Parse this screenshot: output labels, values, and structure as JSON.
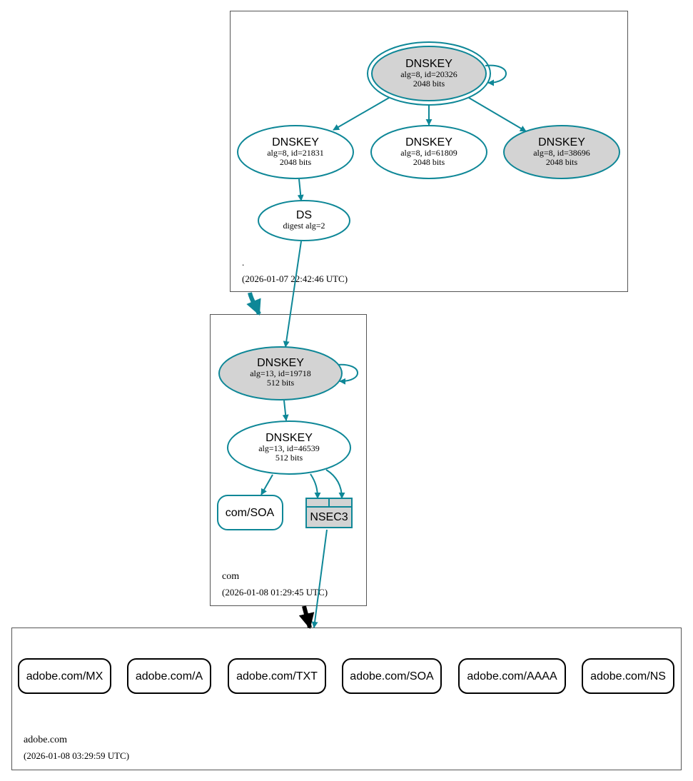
{
  "colors": {
    "edge": "#0e8797",
    "node_fill_gray": "#d3d3d3",
    "node_fill_white": "#ffffff",
    "zone_border": "#555555",
    "delegation_insecure": "#000000",
    "text": "#000000"
  },
  "zones": {
    "root": {
      "name": ".",
      "timestamp": "(2026-01-07 22:42:46 UTC)"
    },
    "com": {
      "name": "com",
      "timestamp": "(2026-01-08 01:29:45 UTC)"
    },
    "adobe": {
      "name": "adobe.com",
      "timestamp": "(2026-01-08 03:29:59 UTC)"
    }
  },
  "nodes": {
    "root_ksk": {
      "title": "DNSKEY",
      "line1": "alg=8, id=20326",
      "line2": "2048 bits"
    },
    "root_zsk1": {
      "title": "DNSKEY",
      "line1": "alg=8, id=21831",
      "line2": "2048 bits"
    },
    "root_zsk2": {
      "title": "DNSKEY",
      "line1": "alg=8, id=61809",
      "line2": "2048 bits"
    },
    "root_zsk3": {
      "title": "DNSKEY",
      "line1": "alg=8, id=38696",
      "line2": "2048 bits"
    },
    "ds": {
      "title": "DS",
      "line1": "digest alg=2"
    },
    "com_ksk": {
      "title": "DNSKEY",
      "line1": "alg=13, id=19718",
      "line2": "512 bits"
    },
    "com_zsk": {
      "title": "DNSKEY",
      "line1": "alg=13, id=46539",
      "line2": "512 bits"
    },
    "com_soa": {
      "label": "com/SOA"
    },
    "nsec3": {
      "label": "NSEC3"
    }
  },
  "records": [
    {
      "label": "adobe.com/MX"
    },
    {
      "label": "adobe.com/A"
    },
    {
      "label": "adobe.com/TXT"
    },
    {
      "label": "adobe.com/SOA"
    },
    {
      "label": "adobe.com/AAAA"
    },
    {
      "label": "adobe.com/NS"
    }
  ]
}
